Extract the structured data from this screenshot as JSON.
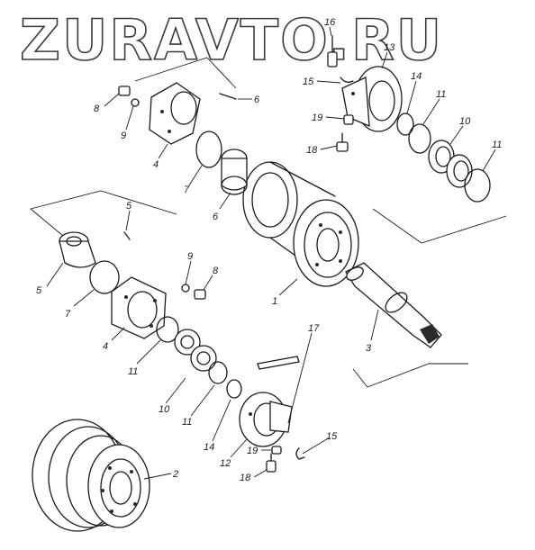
{
  "watermark": {
    "text": "ZURAVTO.RU"
  },
  "callouts": [
    {
      "id": "c16",
      "label": "16"
    },
    {
      "id": "c13",
      "label": "13"
    },
    {
      "id": "c15a",
      "label": "15"
    },
    {
      "id": "c14a",
      "label": "14"
    },
    {
      "id": "c11a",
      "label": "11"
    },
    {
      "id": "c10a",
      "label": "10"
    },
    {
      "id": "c11b",
      "label": "11"
    },
    {
      "id": "c19a",
      "label": "19"
    },
    {
      "id": "c18a",
      "label": "18"
    },
    {
      "id": "c8a",
      "label": "8"
    },
    {
      "id": "c9a",
      "label": "9"
    },
    {
      "id": "c6a",
      "label": "6"
    },
    {
      "id": "c4a",
      "label": "4"
    },
    {
      "id": "c7a",
      "label": "7"
    },
    {
      "id": "c6b",
      "label": "6"
    },
    {
      "id": "c5a",
      "label": "5"
    },
    {
      "id": "c5b",
      "label": "5"
    },
    {
      "id": "c7b",
      "label": "7"
    },
    {
      "id": "c9b",
      "label": "9"
    },
    {
      "id": "c8b",
      "label": "8"
    },
    {
      "id": "c4b",
      "label": "4"
    },
    {
      "id": "c1",
      "label": "1"
    },
    {
      "id": "c3",
      "label": "3"
    },
    {
      "id": "c11c",
      "label": "11"
    },
    {
      "id": "c10b",
      "label": "10"
    },
    {
      "id": "c11d",
      "label": "11"
    },
    {
      "id": "c17",
      "label": "17"
    },
    {
      "id": "c14b",
      "label": "14"
    },
    {
      "id": "c12",
      "label": "12"
    },
    {
      "id": "c15b",
      "label": "15"
    },
    {
      "id": "c19b",
      "label": "19"
    },
    {
      "id": "c18b",
      "label": "18"
    },
    {
      "id": "c2",
      "label": "2"
    }
  ]
}
